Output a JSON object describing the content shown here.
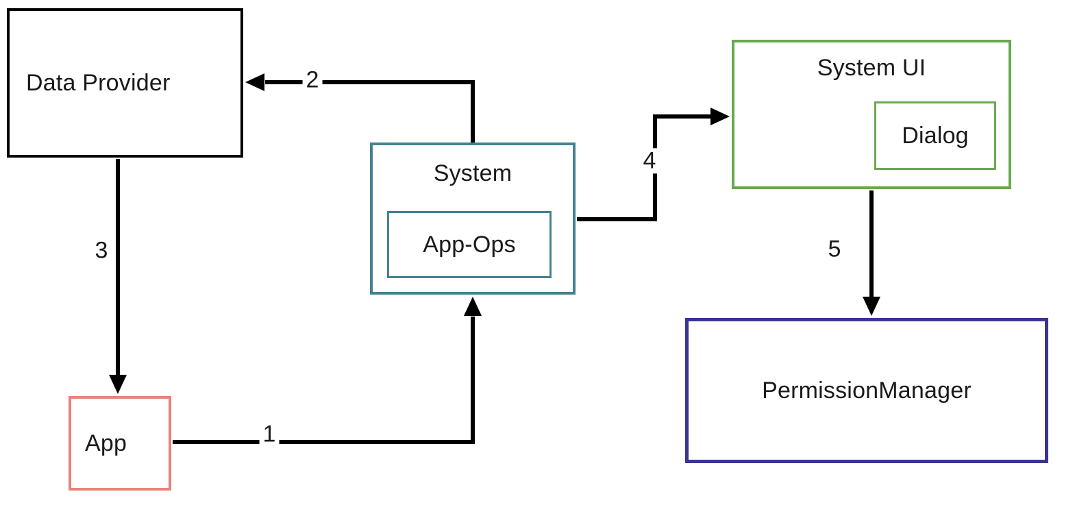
{
  "diagram": {
    "type": "flow-diagram",
    "style": {
      "background": "#ffffff",
      "text_color": "#1a1a1a",
      "arrow_color": "#000000"
    },
    "nodes": {
      "data_provider": {
        "label": "Data Provider",
        "border_color": "#000000"
      },
      "app": {
        "label": "App",
        "border_color": "#e8837a"
      },
      "system": {
        "label": "System",
        "border_color": "#45818e"
      },
      "app_ops": {
        "label": "App-Ops",
        "border_color": "#45818e",
        "parent": "system"
      },
      "system_ui": {
        "label": "System UI",
        "border_color": "#6aa84f"
      },
      "dialog": {
        "label": "Dialog",
        "border_color": "#6aa84f",
        "parent": "system_ui"
      },
      "permission_manager": {
        "label": "PermissionManager",
        "border_color": "#3b3590"
      }
    },
    "edges": {
      "e1": {
        "label": "1",
        "from": "app",
        "to": "system"
      },
      "e2": {
        "label": "2",
        "from": "system",
        "to": "data_provider"
      },
      "e3": {
        "label": "3",
        "from": "data_provider",
        "to": "app"
      },
      "e4": {
        "label": "4",
        "from": "system",
        "to": "system_ui"
      },
      "e5": {
        "label": "5",
        "from": "system_ui",
        "to": "permission_manager"
      }
    }
  }
}
